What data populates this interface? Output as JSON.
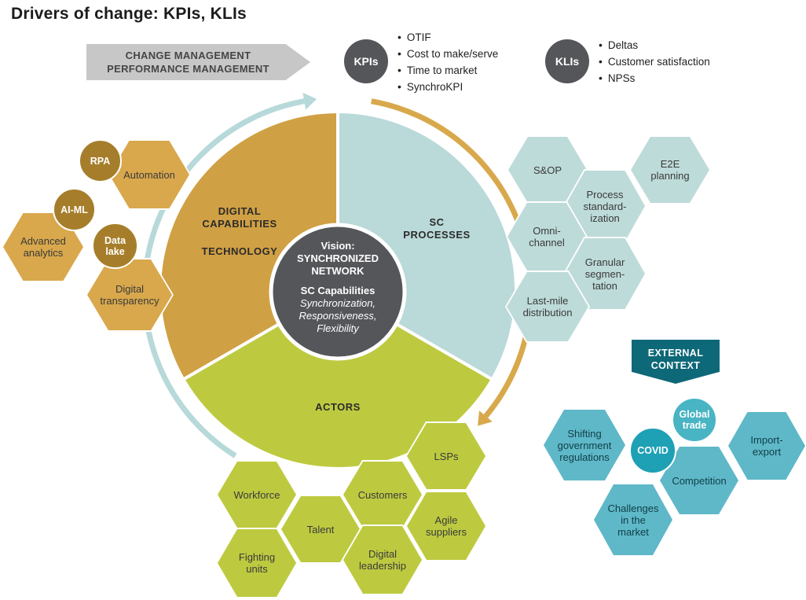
{
  "colors": {
    "gold": "#D9A84C",
    "gold_dark": "#A67E2B",
    "gold_segment": "#D0A044",
    "teal_light": "#BDDBD9",
    "green": "#BDCA40",
    "dark_gray_circle": "#55565A",
    "teal_mid": "#5FB8C8",
    "covid_circle": "#1EA0B5",
    "global_trade_circle": "#49B4C3",
    "external_banner": "#0D6878",
    "banner_gray": "#C7C7C7"
  },
  "page": {
    "title": "Drivers of change: KPIs, KLIs"
  },
  "header": {
    "banner": {
      "line1": "CHANGE MANAGEMENT",
      "line2": "PERFORMANCE MANAGEMENT"
    },
    "kpis": {
      "label": "KPIs",
      "items": [
        "OTIF",
        "Cost to make/serve",
        "Time to market",
        "SynchroKPI"
      ]
    },
    "klis": {
      "label": "KLIs",
      "items": [
        "Deltas",
        "Customer satisfaction",
        "NPSs"
      ]
    }
  },
  "wheel": {
    "center": {
      "vision_label": "Vision:",
      "vision_line1": "SYNCHRONIZED",
      "vision_line2": "NETWORK",
      "capabilities_label": "SC Capabilities",
      "capability1": "Synchronization,",
      "capability2": "Responsiveness,",
      "capability3": "Flexibility"
    },
    "segments": {
      "digital": {
        "line1": "DIGITAL",
        "line2": "CAPABILITIES",
        "line3": "TECHNOLOGY"
      },
      "sc_processes": {
        "line1": "SC",
        "line2": "PROCESSES"
      },
      "actors": {
        "line1": "ACTORS"
      }
    }
  },
  "digital_cluster": {
    "rpa": "RPA",
    "ai_ml": "AI-ML",
    "data_lake": "Data\nlake",
    "automation": "Automation",
    "advanced_analytics": "Advanced\nanalytics",
    "digital_transparency": "Digital\ntransparency"
  },
  "process_cluster": {
    "sop": "S&OP",
    "process_standardization": "Process\nstandard-\nization",
    "e2e_planning": "E2E\nplanning",
    "omni_channel": "Omni-\nchannel",
    "granular_segmentation": "Granular\nsegmen-\ntation",
    "last_mile_distribution": "Last-mile\ndistribution"
  },
  "actors_cluster": {
    "lsps": "LSPs",
    "workforce": "Workforce",
    "talent": "Talent",
    "customers": "Customers",
    "agile_suppliers": "Agile\nsuppliers",
    "fighting_units": "Fighting\nunits",
    "digital_leadership": "Digital\nleadership"
  },
  "external_context": {
    "banner": {
      "line1": "EXTERNAL",
      "line2": "CONTEXT"
    },
    "shifting_government_regulations": "Shifting\ngovernment\nregulations",
    "covid": "COVID",
    "global_trade": "Global\ntrade",
    "import_export": "Import-\nexport",
    "competition": "Competition",
    "challenges_in_the_market": "Challenges\nin the\nmarket"
  }
}
